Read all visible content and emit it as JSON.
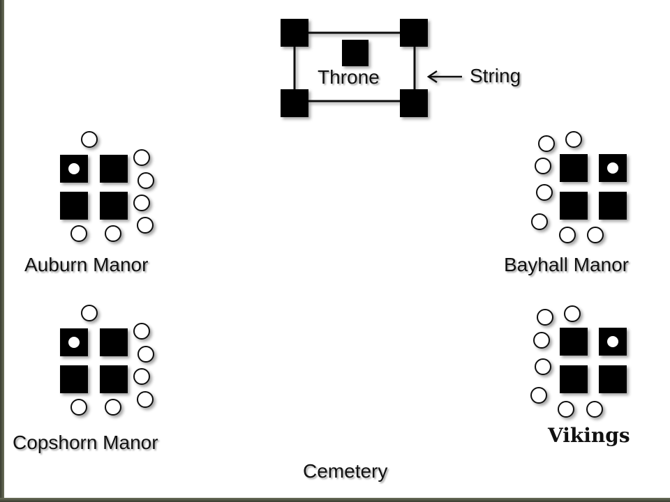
{
  "colors": {
    "background": "#ffffff",
    "ink": "#111111",
    "stone": "#000000",
    "frame": "#4a4d3e"
  },
  "throne": {
    "label": "Throne",
    "string_label": "String"
  },
  "manors": [
    {
      "id": "auburn",
      "label": "Auburn Manor",
      "white_dot_position": "top-left"
    },
    {
      "id": "bayhall",
      "label": "Bayhall Manor",
      "white_dot_position": "top-right"
    },
    {
      "id": "copshorn",
      "label": "Copshorn Manor",
      "white_dot_position": "top-left"
    },
    {
      "id": "vikings",
      "label": "Vikings",
      "white_dot_position": "top-right"
    }
  ],
  "cemetery": {
    "label": "Cemetery"
  }
}
